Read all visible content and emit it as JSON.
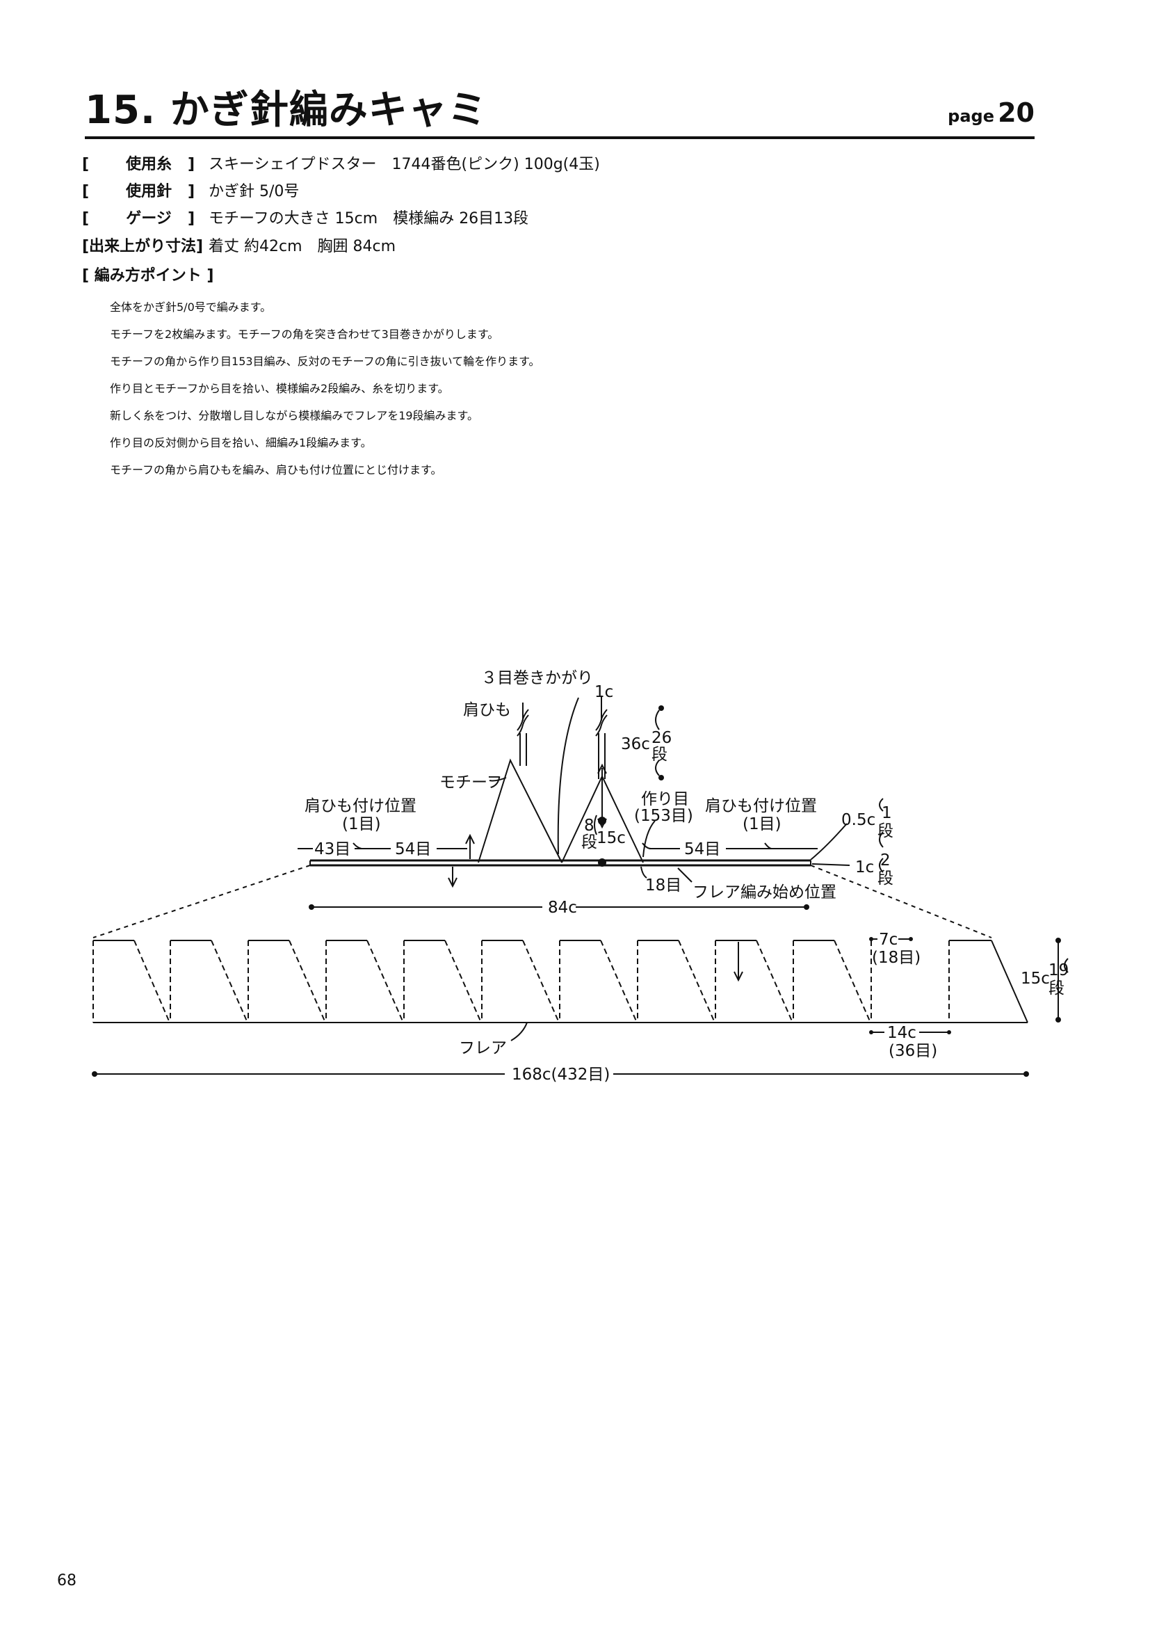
{
  "header": {
    "title": "15. かぎ針編みキャミ",
    "page_label": "page",
    "page_num": "20"
  },
  "specs": [
    {
      "key": "使用糸",
      "value": "スキーシェイプドスター　1744番色(ピンク) 100g(4玉)"
    },
    {
      "key": "使用針",
      "value": "かぎ針 5/0号"
    },
    {
      "key": "ゲージ",
      "value": "モチーフの大きさ 15cm　模様編み 26目13段"
    }
  ],
  "size": {
    "key": "[出来上がり寸法]",
    "value": "着丈 約42cm　胸囲 84cm"
  },
  "points": {
    "title": "[ 編み方ポイント ]",
    "steps": [
      "全体をかぎ針5/0号で編みます。",
      "モチーフを2枚編みます。モチーフの角を突き合わせて3目巻きかがりします。",
      "モチーフの角から作り目153目編み、反対のモチーフの角に引き抜いて輪を作ります。",
      "作り目とモチーフから目を拾い、模様編み2段編み、糸を切ります。",
      "新しく糸をつけ、分散増し目しながら模様編みでフレアを19段編みます。",
      "作り目の反対側から目を拾い、細編み1段編みます。",
      "モチーフの角から肩ひもを編み、肩ひも付け位置にとじ付けます。"
    ]
  },
  "diagram": {
    "l_maki": "３目巻きかがり",
    "l_1c": "1c",
    "l_katahimo": "肩ひも",
    "l_36c": "36c",
    "l_26": "26",
    "l_dan": "段",
    "l_motif": "モチーフ",
    "l_tsukurime": "作り目",
    "l_153": "(153目)",
    "l_pos": "肩ひも付け位置",
    "l_1me": "(1目)",
    "l_05c": "0.5c",
    "l_1": "1",
    "l_2": "2",
    "l_43": "43目",
    "l_54": "54目",
    "l_8": "8",
    "l_15c": "15c",
    "l_18me": "18目",
    "l_flare_start": "フレア編み始め位置",
    "l_84c": "84c",
    "l_7c": "7c",
    "l_18p": "(18目)",
    "l_19": "19",
    "l_14c": "14c",
    "l_36p": "(36目)",
    "l_flare": "フレア",
    "l_168": "168c(432目)"
  },
  "page_number": "68"
}
